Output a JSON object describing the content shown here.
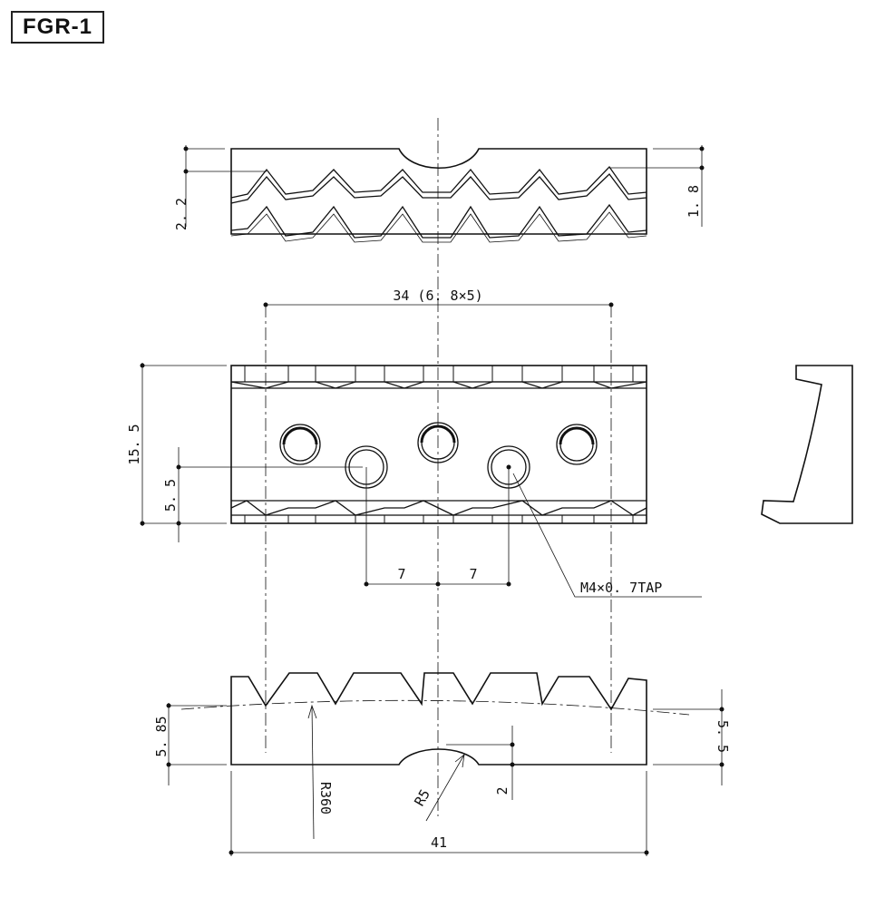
{
  "title": "FGR-1",
  "dimensions": {
    "top_view_left_height": "2. 2",
    "top_view_right_height": "1. 8",
    "pitch_span": "34 (6. 8×5)",
    "overall_height": "15. 5",
    "hole_height": "5. 5",
    "hole_spacing_left": "7",
    "hole_spacing_right": "7",
    "tap_callout": "M4×0. 7TAP",
    "side_left_height": "5. 85",
    "side_right_height": "5. 5",
    "radius_large": "R360",
    "radius_small": "R5",
    "notch_depth": "2",
    "overall_width": "41"
  }
}
